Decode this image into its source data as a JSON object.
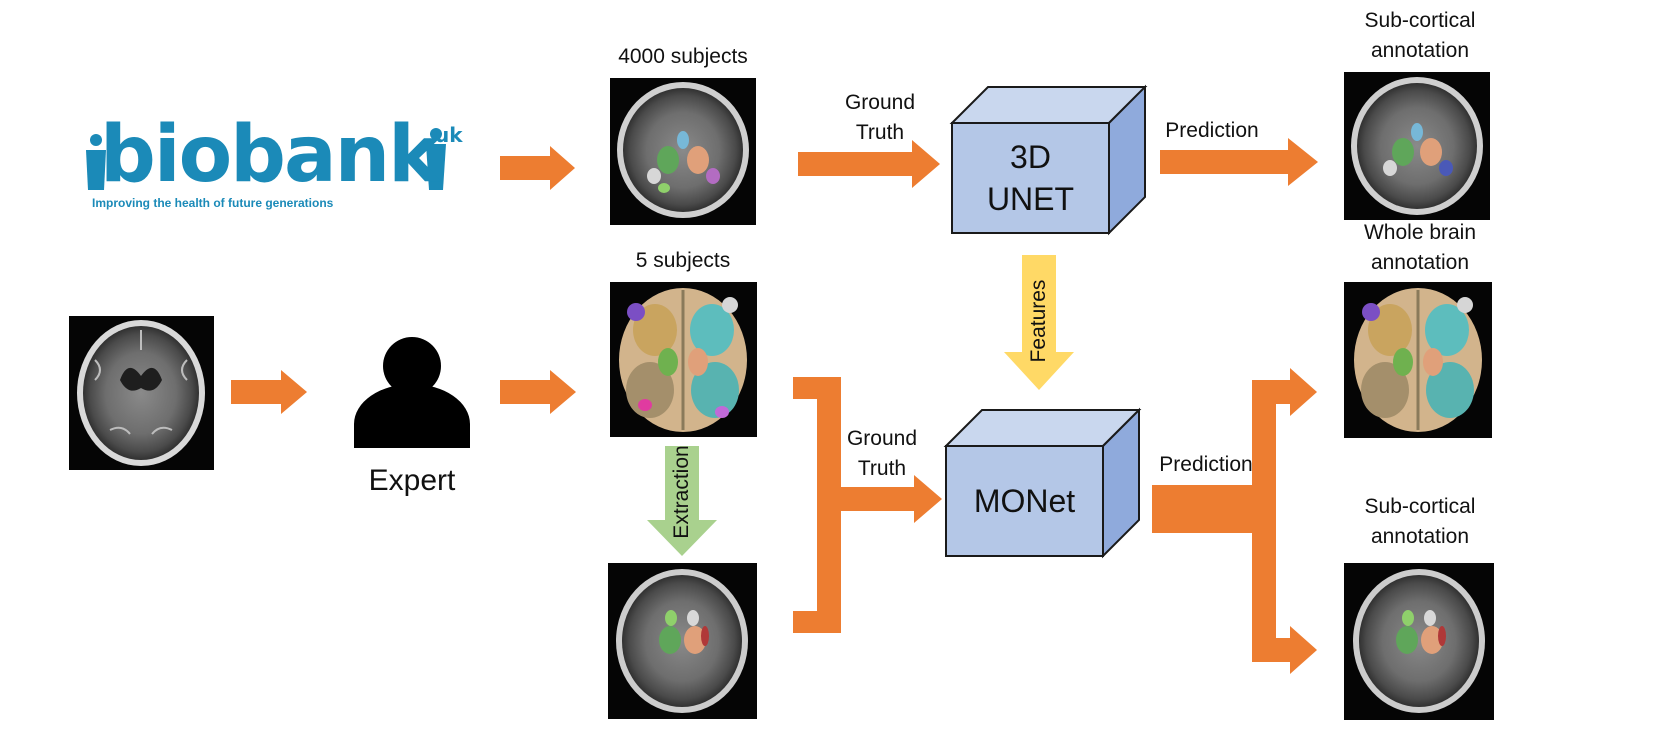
{
  "logo": {
    "name": "biobank",
    "suffix": "uk",
    "tagline": "Improving the health of future generations"
  },
  "labels": {
    "subjects_4000": "4000 subjects",
    "subjects_5": "5 subjects",
    "expert": "Expert",
    "ground_truth_top": "Ground\nTruth",
    "ground_truth_bottom": "Ground\nTruth",
    "prediction_top": "Prediction",
    "prediction_bottom": "Prediction",
    "features": "Features",
    "extraction": "Extraction",
    "out_subcortical_top": "Sub-cortical\nannotation",
    "out_whole_brain": "Whole brain\nannotation",
    "out_subcortical_bottom": "Sub-cortical\nannotation"
  },
  "models": {
    "unet": "3D\nUNET",
    "monet": "MONet"
  },
  "colors": {
    "arrow": "#ed7d31",
    "features_arrow": "#ffd966",
    "extraction_arrow": "#a9d18e",
    "box_front": "#b4c7e7",
    "box_top": "#c9d7ee",
    "box_side": "#8faadc",
    "logo": "#1b8ab8"
  }
}
